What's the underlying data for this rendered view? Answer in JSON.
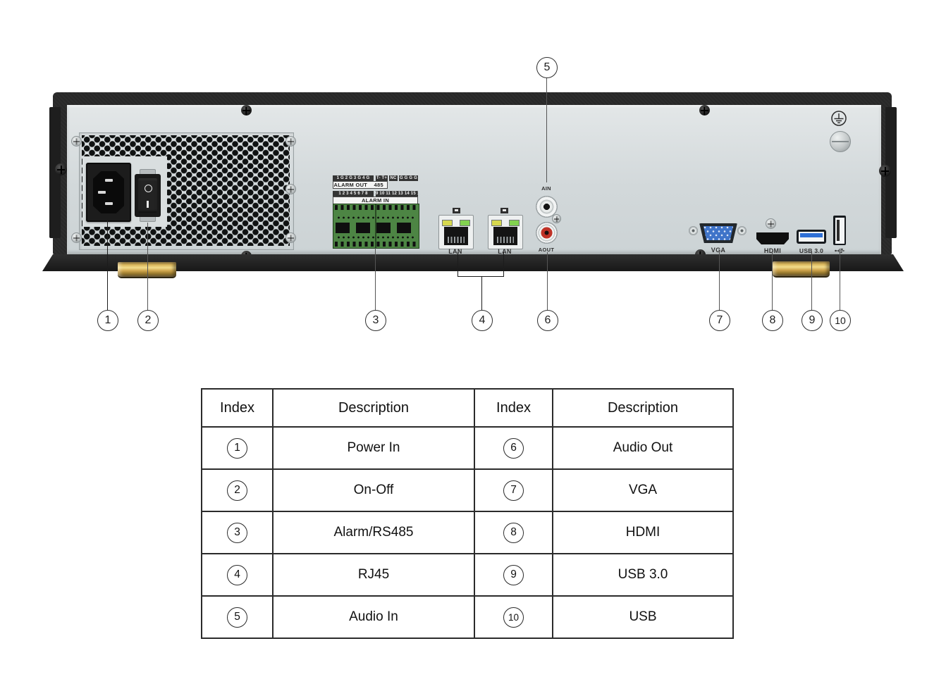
{
  "alarm": {
    "out_terminals": "1 G 2 G 3 G 4 G",
    "rs485_terminals": "T- T+",
    "nc": "NC",
    "grounds": "G G G G",
    "out_label": "ALARM OUT",
    "rs485_label": "485",
    "in_terminals_a": "1 2 3 4 5 6 7 8",
    "in_terminals_b": "9 10 11 12 13 14 15 16",
    "in_label": "ALARM IN"
  },
  "ports": {
    "lan": "LAN",
    "audio_in": "AIN",
    "audio_out": "AOUT",
    "vga": "VGA",
    "hdmi": "HDMI",
    "usb3": "USB 3.0"
  },
  "callouts": {
    "c1": "1",
    "c2": "2",
    "c3": "3",
    "c4": "4",
    "c5": "5",
    "c6": "6",
    "c7": "7",
    "c8": "8",
    "c9": "9",
    "c10": "10"
  },
  "table": {
    "headers": [
      "Index",
      "Description",
      "Index",
      "Description"
    ],
    "rows": [
      {
        "i1": "1",
        "d1": "Power In",
        "i2": "6",
        "d2": "Audio Out"
      },
      {
        "i1": "2",
        "d1": "On-Off",
        "i2": "7",
        "d2": "VGA"
      },
      {
        "i1": "3",
        "d1": "Alarm/RS485",
        "i2": "8",
        "d2": "HDMI"
      },
      {
        "i1": "4",
        "d1": "RJ45",
        "i2": "9",
        "d2": "USB 3.0"
      },
      {
        "i1": "5",
        "d1": "Audio In",
        "i2": "10",
        "d2": "USB"
      }
    ]
  },
  "colors": {
    "frame_dark": "#282828",
    "panel_gray": "#d7dcdd",
    "terminal_green": "#4d8544",
    "vga_blue": "#3f74c9",
    "usb_blue": "#2e6fd6",
    "led_yellow": "#d6d84e",
    "led_green": "#82d24f",
    "rca_red": "#bf3227",
    "foot_gold": "#d9b55a"
  }
}
